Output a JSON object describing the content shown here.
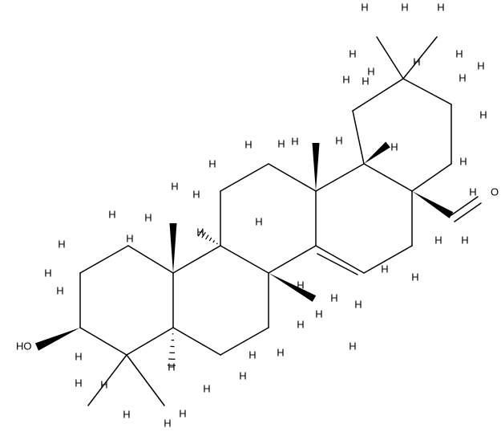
{
  "molecule": {
    "labels": {
      "hydrogen": "H",
      "oxygen": "O",
      "hydroxyl": "HO"
    }
  }
}
